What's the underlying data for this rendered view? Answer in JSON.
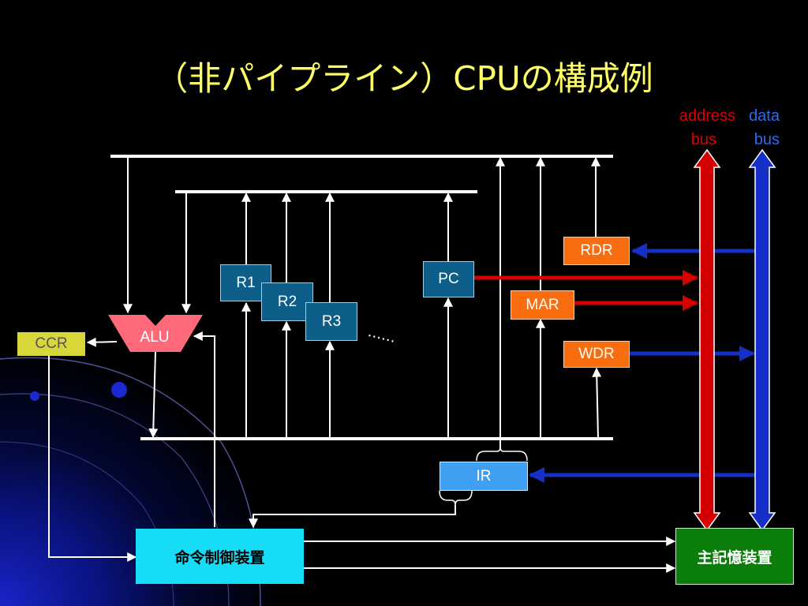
{
  "title": "（非パイプライン）CPUの構成例",
  "labels": {
    "address_bus": [
      "address",
      "bus"
    ],
    "data_bus": [
      "data",
      "bus"
    ],
    "ellipsis": "……"
  },
  "components": {
    "rdr": "RDR",
    "pc": "PC",
    "mar": "MAR",
    "wdr": "WDR",
    "r1": "R1",
    "r2": "R2",
    "r3": "R3",
    "alu": "ALU",
    "ccr": "CCR",
    "ir": "IR",
    "control": "命令制御装置",
    "memory": "主記憶装置"
  },
  "colors": {
    "background": "#000000",
    "title": "#ffff66",
    "address_bus": "#d40000",
    "data_bus": "#1430c8",
    "wire": "#ffffff",
    "register_blue": "#0e5e8a",
    "register_orange": "#f76d0f",
    "alu": "#ff6a7a",
    "ccr": "#d7d73a",
    "ir": "#3f9ff2",
    "control": "#16dcf5",
    "memory": "#0b7d0b"
  }
}
